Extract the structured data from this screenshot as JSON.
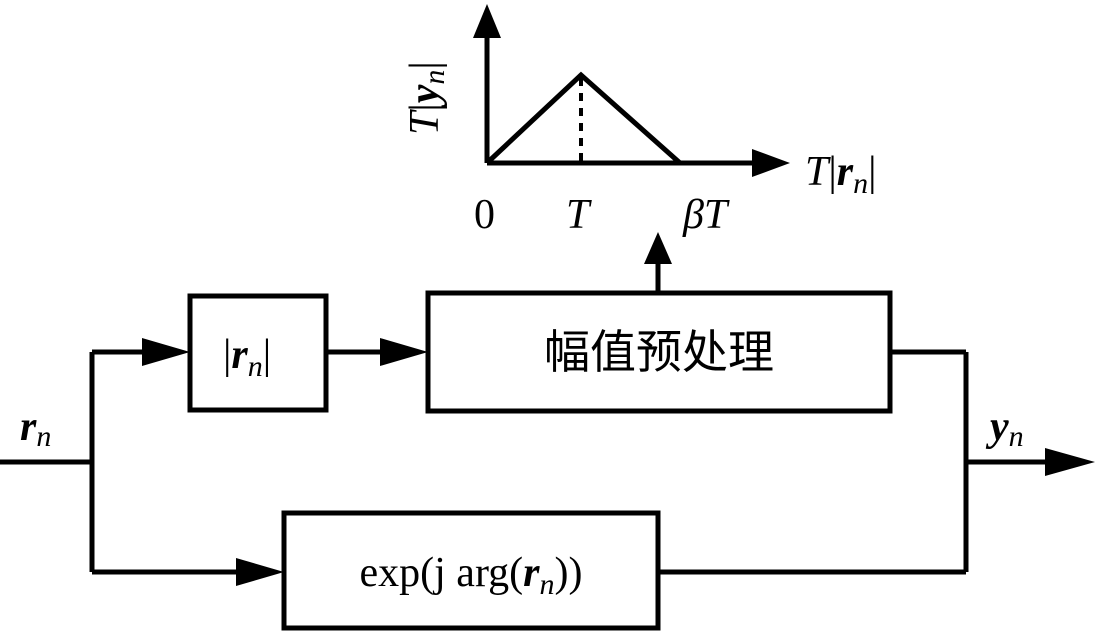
{
  "diagram": {
    "input_signal": {
      "main": "r",
      "sub": "n"
    },
    "output_signal": {
      "main": "y",
      "sub": "n"
    },
    "blocks": {
      "magnitude": {
        "bar": "|",
        "main": "r",
        "sub": "n",
        "bar_close": "|"
      },
      "amplitude_preprocess": {
        "label": "幅值预处理"
      },
      "phase": {
        "prefix": "exp(j arg(",
        "main": "r",
        "sub": "n",
        "suffix": "))"
      }
    },
    "transfer_plot": {
      "y_axis_label": {
        "prefix": "T",
        "bar": "|",
        "main": "y",
        "sub": "n",
        "bar_close": "|"
      },
      "x_axis_label": {
        "prefix": "T",
        "bar": "|",
        "main": "r",
        "sub": "n",
        "bar_close": "|"
      },
      "ticks": {
        "origin": "0",
        "peak": "T",
        "end_prefix": "β",
        "end_main": "T"
      }
    }
  }
}
